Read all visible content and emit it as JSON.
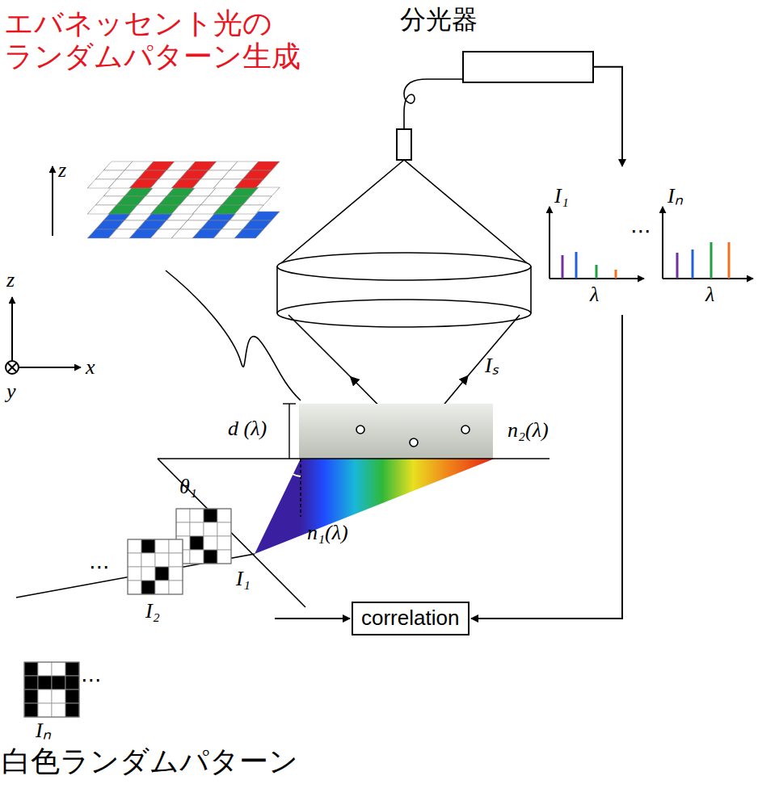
{
  "diagram": {
    "nodes": [
      {
        "text": [
          "分光器"
        ]
      },
      {
        "text": [
          "correlation"
        ]
      }
    ],
    "labels": [
      "エバネッセント光の ランダムパターン生成",
      "z",
      "z",
      "x",
      "y",
      "I₁",
      "⋯",
      "Iₙ",
      "λ",
      "λ",
      "Iₛ",
      "d (λ)",
      "n₂(λ)",
      "θ₁",
      "n₁(λ)",
      "⋯",
      "I₂",
      "I₁",
      "⋯",
      "Iₙ",
      "白色ランダムパターン"
    ]
  }
}
